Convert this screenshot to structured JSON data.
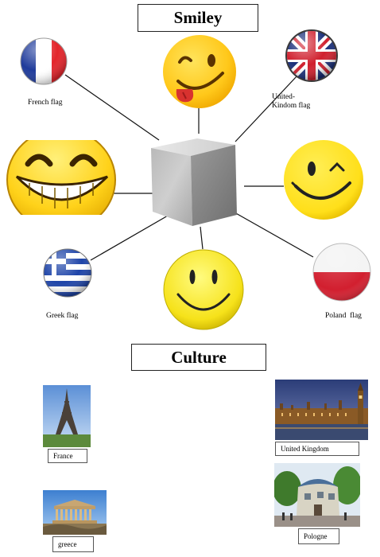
{
  "diagram": {
    "title": "Smiley",
    "center_node": "3d-cube",
    "flags": {
      "france": {
        "label": "French flag",
        "colors": [
          "#1f3b9b",
          "#ffffff",
          "#e3252b"
        ]
      },
      "uk": {
        "label": "United-Kindom flag",
        "colors": [
          "#1a2f7a",
          "#ffffff",
          "#d0202e"
        ]
      },
      "greece": {
        "label": "Greek flag",
        "colors": [
          "#1e44a8",
          "#ffffff"
        ]
      },
      "poland": {
        "label": "Poland  flag",
        "colors": [
          "#ffffff",
          "#d21f2f"
        ]
      }
    },
    "smiley_colors": {
      "face": "#ffd21a",
      "outline": "#e2a900",
      "tongue": "#d8322f"
    }
  },
  "culture": {
    "title": "Culture",
    "photos": [
      {
        "label": "France",
        "subject": "eiffel-tower"
      },
      {
        "label": "United Kingdom",
        "subject": "westminster"
      },
      {
        "label": "Pologne",
        "subject": "crooked-house"
      },
      {
        "label": "greece",
        "subject": "parthenon"
      }
    ]
  }
}
